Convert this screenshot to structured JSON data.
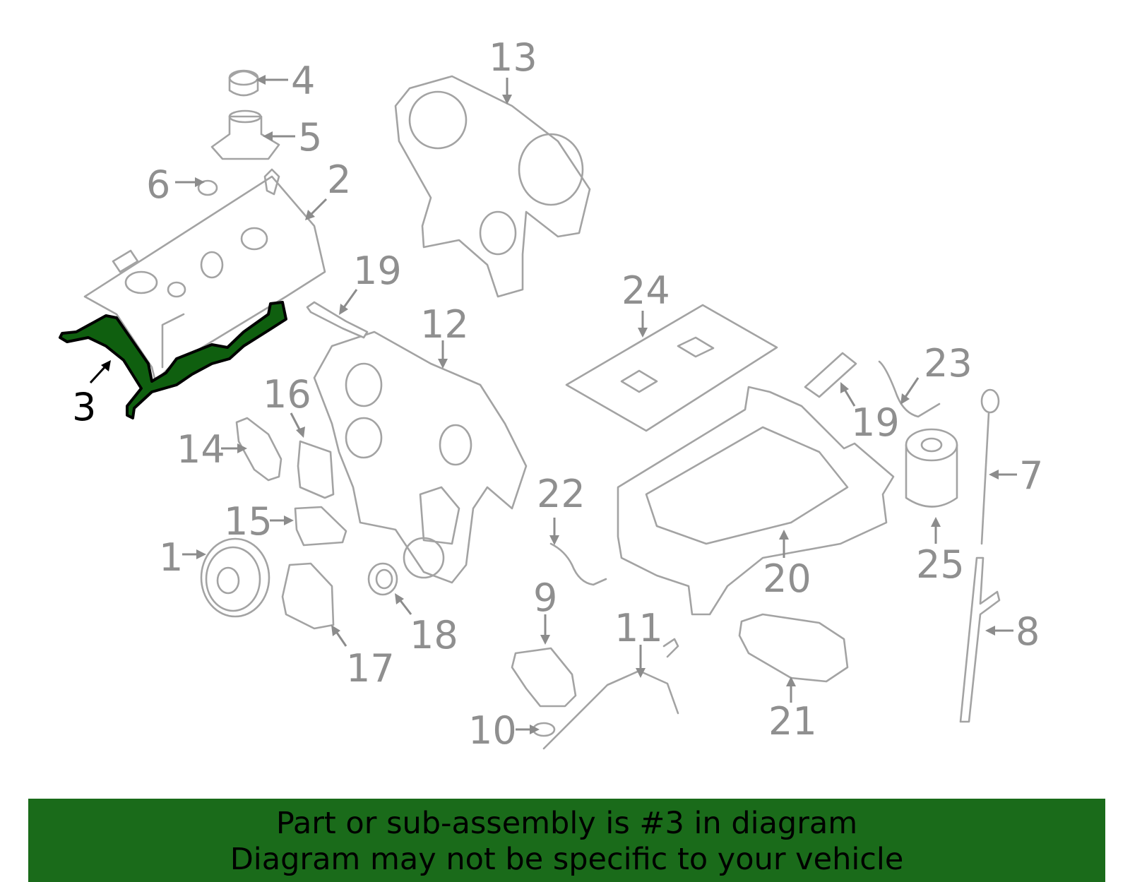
{
  "banner": {
    "line1": "Part or sub-assembly is #3 in diagram",
    "line2": "Diagram may not be specific to your vehicle"
  },
  "highlight_color": "#1a6b1a",
  "callouts": {
    "c1": "1",
    "c2": "2",
    "c3": "3",
    "c4": "4",
    "c5": "5",
    "c6": "6",
    "c7": "7",
    "c8": "8",
    "c9": "9",
    "c10": "10",
    "c11": "11",
    "c12": "12",
    "c13": "13",
    "c14": "14",
    "c15": "15",
    "c16": "16",
    "c17": "17",
    "c18": "18",
    "c19a": "19",
    "c19b": "19",
    "c20": "20",
    "c21": "21",
    "c22": "22",
    "c23": "23",
    "c24": "24",
    "c25": "25"
  }
}
